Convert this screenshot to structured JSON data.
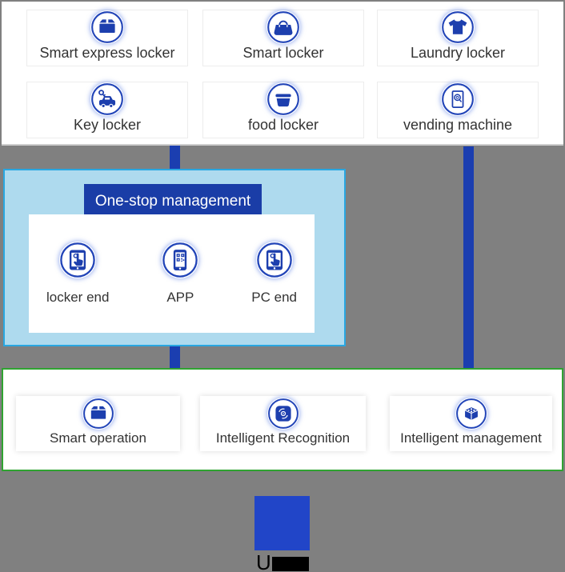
{
  "top_section": {
    "cards": [
      {
        "label": "Smart express locker",
        "icon": "parcel-box-icon"
      },
      {
        "label": "Smart locker",
        "icon": "handbag-icon"
      },
      {
        "label": "Laundry locker",
        "icon": "tshirt-icon"
      },
      {
        "label": "Key locker",
        "icon": "car-key-icon"
      },
      {
        "label": "food locker",
        "icon": "food-container-icon"
      },
      {
        "label": "vending machine",
        "icon": "vending-machine-icon"
      }
    ]
  },
  "management": {
    "header": "One-stop management",
    "items": [
      {
        "label": "locker end",
        "icon": "tablet-touch-icon"
      },
      {
        "label": "APP",
        "icon": "qr-phone-icon"
      },
      {
        "label": "PC end",
        "icon": "tablet-touch-icon"
      }
    ]
  },
  "capabilities": {
    "cards": [
      {
        "label": "Smart operation",
        "icon": "parcel-box-icon"
      },
      {
        "label": "Intelligent Recognition",
        "icon": "recognition-icon"
      },
      {
        "label": "Intelligent management",
        "icon": "cube-dots-icon"
      }
    ]
  },
  "footer": {
    "brand_text": "U"
  },
  "colors": {
    "primary_blue": "#1d3fae",
    "header_blue": "#1a3da7",
    "connector_blue": "#1b3eb0",
    "panel_light_blue": "#aedaee",
    "panel_border_cyan": "#29a7e1",
    "green_border": "#2fa331",
    "background_gray": "#808080",
    "logo_blue": "#2145c8"
  }
}
